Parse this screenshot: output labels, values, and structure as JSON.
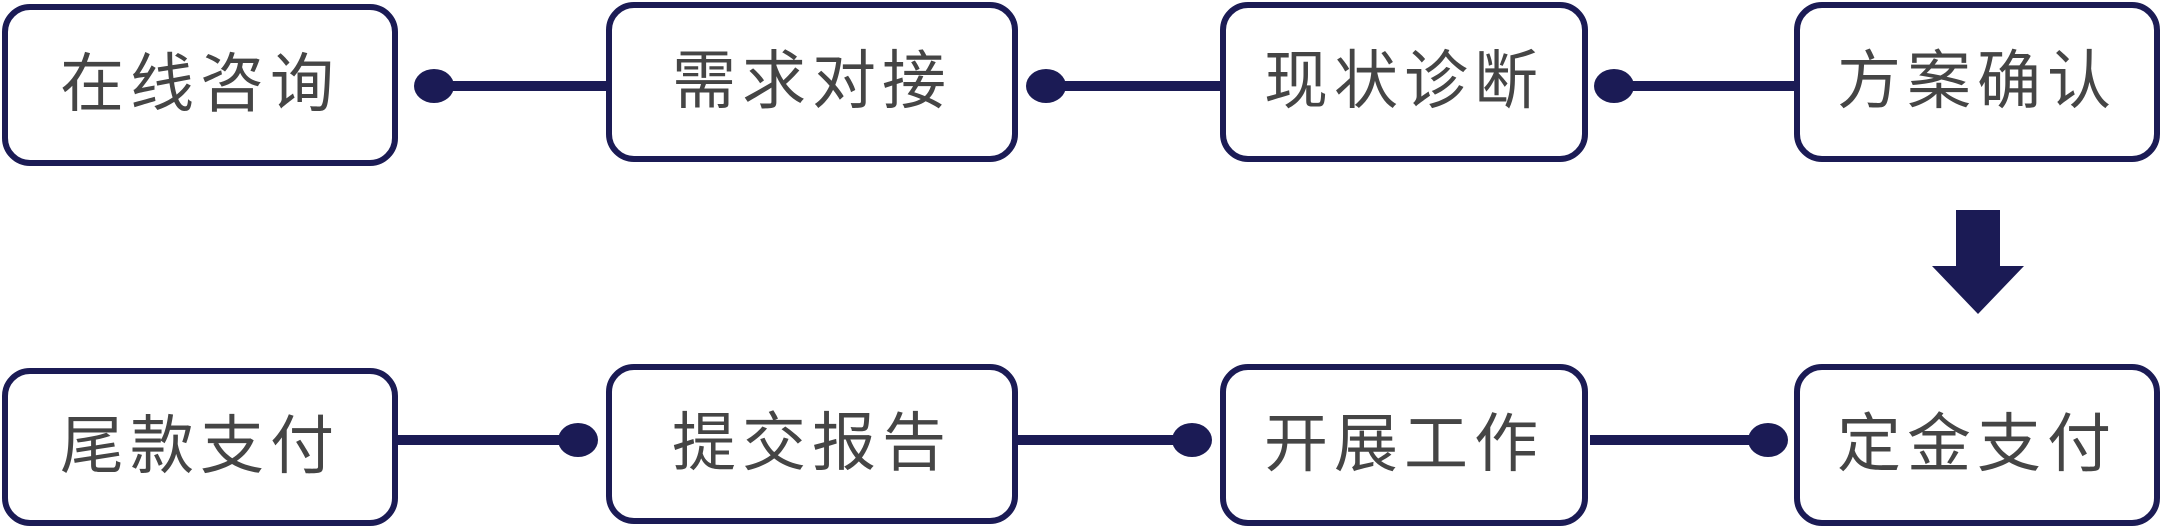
{
  "flow": {
    "colors": {
      "accent": "#1b1b55",
      "text": "#454545",
      "background": "#ffffff"
    },
    "arrow_icon": "down-arrow-icon",
    "steps": [
      {
        "label": "在线咨询"
      },
      {
        "label": "需求对接"
      },
      {
        "label": "现状诊断"
      },
      {
        "label": "方案确认"
      },
      {
        "label": "定金支付"
      },
      {
        "label": "开展工作"
      },
      {
        "label": "提交报告"
      },
      {
        "label": "尾款支付"
      }
    ]
  }
}
